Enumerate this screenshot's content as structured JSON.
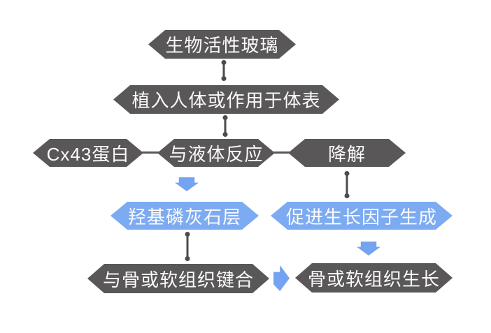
{
  "diagram": {
    "type": "flowchart",
    "topic": "bioactive-glass-process",
    "colors": {
      "background": "#ffffff",
      "dark_box": "#595757",
      "blue_box": "#7dabf2",
      "arrow_blue": "#74a3f1",
      "connector": "#4d4b4c",
      "node_text": "#fbfbfb"
    },
    "nodes": [
      {
        "id": "bioactive-glass",
        "label": "生物活性玻璃",
        "style": "dark"
      },
      {
        "id": "implant-body",
        "label": "植入人体或作用于体表",
        "style": "dark"
      },
      {
        "id": "cx43-protein",
        "label": "Cx43蛋白",
        "style": "dark"
      },
      {
        "id": "react-liquid",
        "label": "与液体反应",
        "style": "dark"
      },
      {
        "id": "degrade",
        "label": "降解",
        "style": "dark"
      },
      {
        "id": "ha-layer",
        "label": "羟基磷灰石层",
        "style": "blue"
      },
      {
        "id": "growth-factor",
        "label": "促进生长因子生成",
        "style": "blue"
      },
      {
        "id": "bond-tissue",
        "label": "与骨或软组织键合",
        "style": "dark"
      },
      {
        "id": "tissue-growth",
        "label": "骨或软组织生长",
        "style": "dark"
      }
    ],
    "edges": [
      {
        "from": "bioactive-glass",
        "to": "implant-body",
        "type": "dotted-line"
      },
      {
        "from": "implant-body",
        "to": "react-liquid",
        "type": "dotted-line"
      },
      {
        "from": "cx43-protein",
        "to": "react-liquid",
        "type": "plain-line"
      },
      {
        "from": "react-liquid",
        "to": "degrade",
        "type": "plain-line"
      },
      {
        "from": "react-liquid",
        "to": "ha-layer",
        "type": "block-arrow-down"
      },
      {
        "from": "degrade",
        "to": "growth-factor",
        "type": "dotted-line"
      },
      {
        "from": "ha-layer",
        "to": "bond-tissue",
        "type": "dotted-line"
      },
      {
        "from": "growth-factor",
        "to": "tissue-growth",
        "type": "block-arrow-down"
      },
      {
        "from": "bond-tissue",
        "to": "tissue-growth",
        "type": "block-arrow-right"
      }
    ]
  }
}
